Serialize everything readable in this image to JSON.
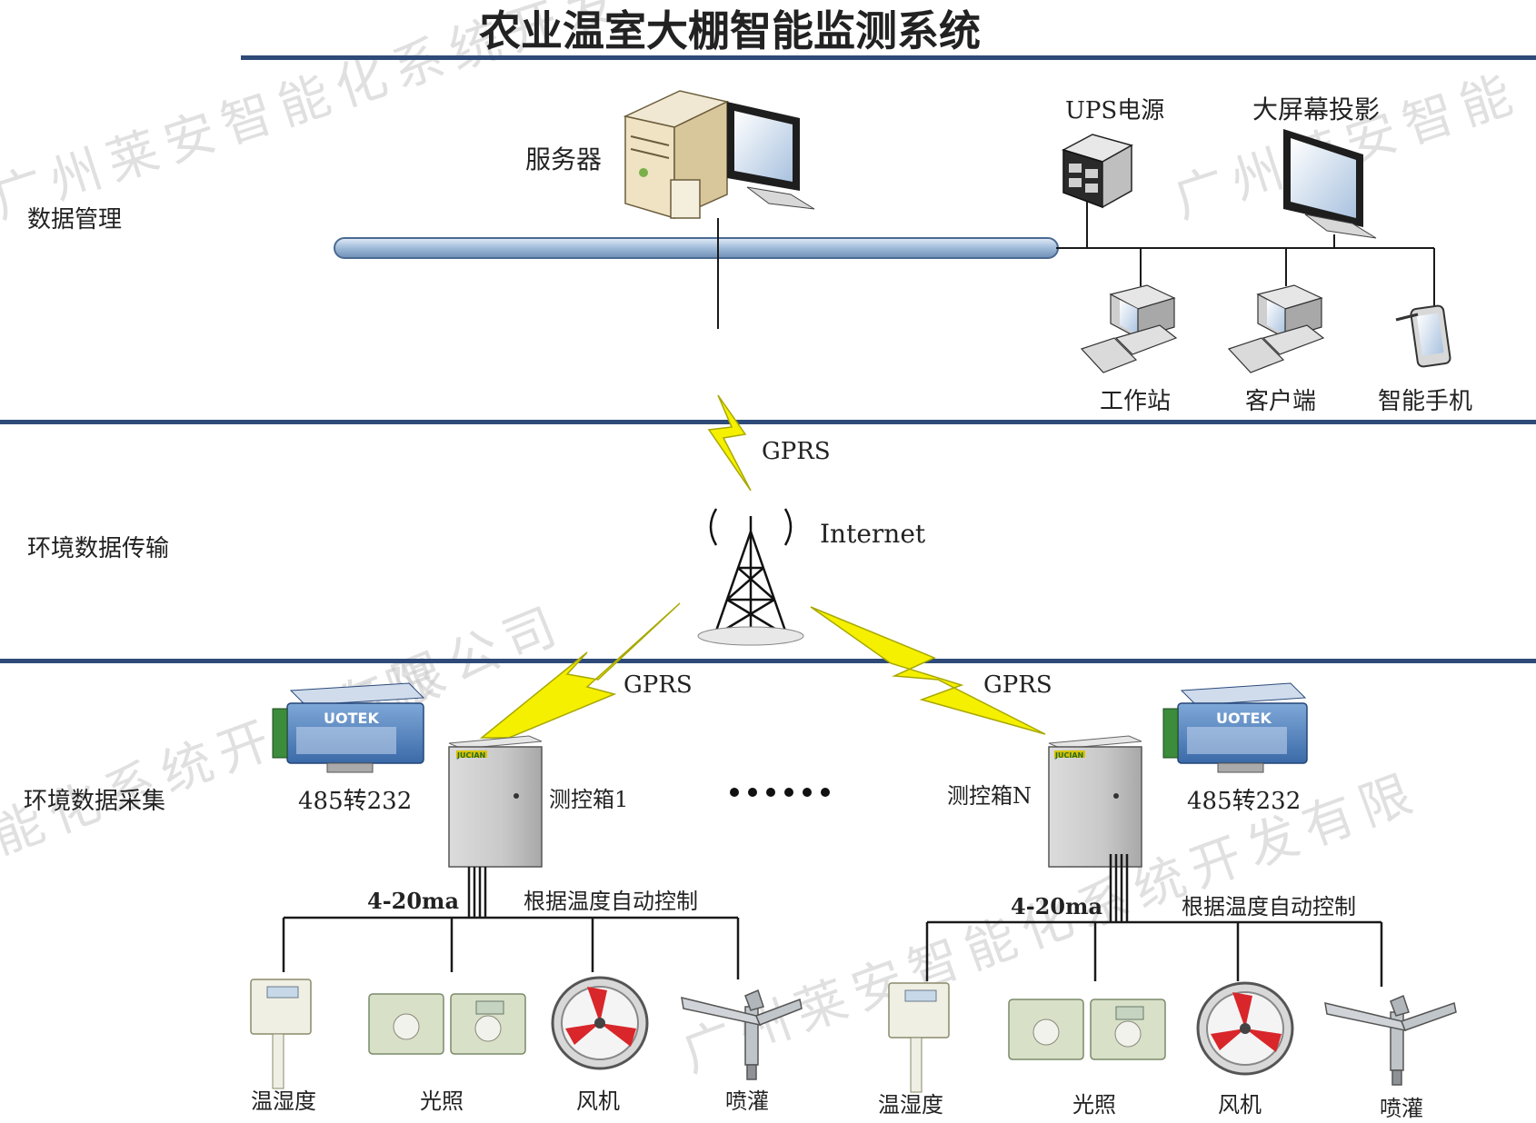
{
  "title": "农业温室大棚智能监测系统",
  "sections": {
    "management": "数据管理",
    "transmission": "环境数据传输",
    "collection": "环境数据采集"
  },
  "management": {
    "server": "服务器",
    "ups": "UPS电源",
    "projector": "大屏幕投影",
    "workstation": "工作站",
    "client": "客户端",
    "phone": "智能手机"
  },
  "transmission": {
    "gprs_top": "GPRS",
    "internet": "Internet"
  },
  "collection": {
    "gprs_left": "GPRS",
    "gprs_right": "GPRS",
    "converter_left": "485转232",
    "converter_right": "485转232",
    "converter_brand": "UOTEK",
    "box_brand": "JUCIAN",
    "box_left": "测控箱1",
    "box_right": "测控箱N",
    "signal_left": "4-20ma",
    "signal_right": "4-20ma",
    "control_left": "根据温度自动控制",
    "control_right": "根据温度自动控制",
    "devices_left": [
      "温湿度",
      "光照",
      "风机",
      "喷灌"
    ],
    "devices_right": [
      "温湿度",
      "光照",
      "风机",
      "喷灌"
    ]
  },
  "watermark": {
    "line1": "广州莱安智能化系统开发",
    "line2": "广州莱安智能",
    "line3": "有限公司",
    "line4": "能化系统开发有限",
    "line5": "广州莱安智能化系统开发有限"
  },
  "colors": {
    "divider": "#2e4a78",
    "bus": "#aac4e0",
    "lightning": "#f5f000",
    "lightning_stroke": "#a8a800",
    "wire": "#1a1a1a",
    "watermark": "#c8c8c8"
  }
}
